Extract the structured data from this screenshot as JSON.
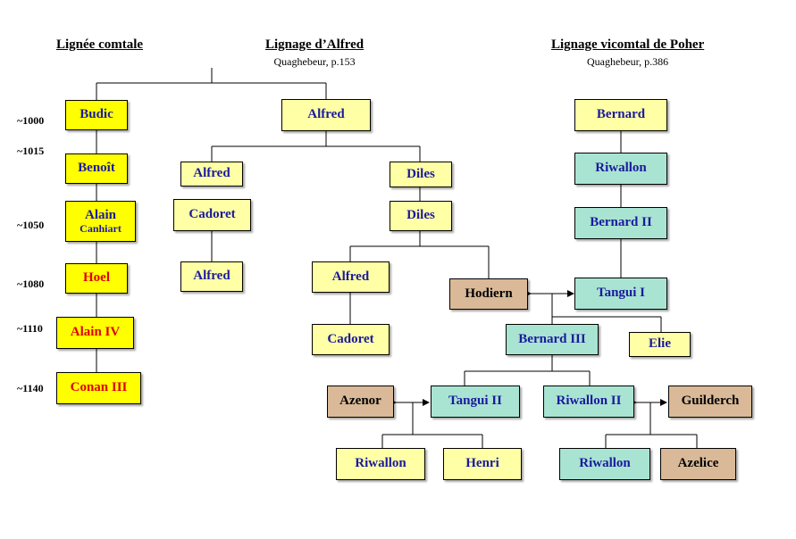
{
  "headers": {
    "comtale": "Lignée comtale",
    "alfred": "Lignage d’Alfred",
    "alfred_ref": "Quaghebeur, p.153",
    "poher": "Lignage vicomtal de Poher",
    "poher_ref": "Quaghebeur, p.386"
  },
  "years": [
    "~1000",
    "~1015",
    "~1050",
    "~1080",
    "~1110",
    "~1140"
  ],
  "comtale": {
    "budic": "Budic",
    "benoit": "Benoît",
    "alain": "Alain",
    "alain_sub": "Canhiart",
    "hoel": "Hoel",
    "alain4": "Alain IV",
    "conan3": "Conan III"
  },
  "alfred": {
    "alfred_root": "Alfred",
    "alfred_a": "Alfred",
    "alfred_a_sub": "Cadoret",
    "alfred_a_child": "Alfred",
    "diles": "Diles",
    "diles_2": "Diles",
    "alfred_b": "Alfred",
    "cadoret_b": "Cadoret",
    "hodiern": "Hodiern"
  },
  "poher": {
    "bernard": "Bernard",
    "riwallon": "Riwallon",
    "bernard2": "Bernard II",
    "tangui1": "Tangui I",
    "bernard3": "Bernard III",
    "elie": "Elie",
    "azenor": "Azenor",
    "tangui2": "Tangui II",
    "riwallon2": "Riwallon II",
    "guilderch": "Guilderch",
    "riwallon_a": "Riwallon",
    "henri": "Henri",
    "riwallon_b": "Riwallon",
    "azelice": "Azelice"
  },
  "colors": {
    "count_line_box": "#ffff00",
    "alfred_line_box": "#ffffa6",
    "poher_line_box": "#a9e4d2",
    "spouse_box": "#d9b997",
    "blue_text": "#1a1a9e",
    "red_text": "#e00000"
  }
}
